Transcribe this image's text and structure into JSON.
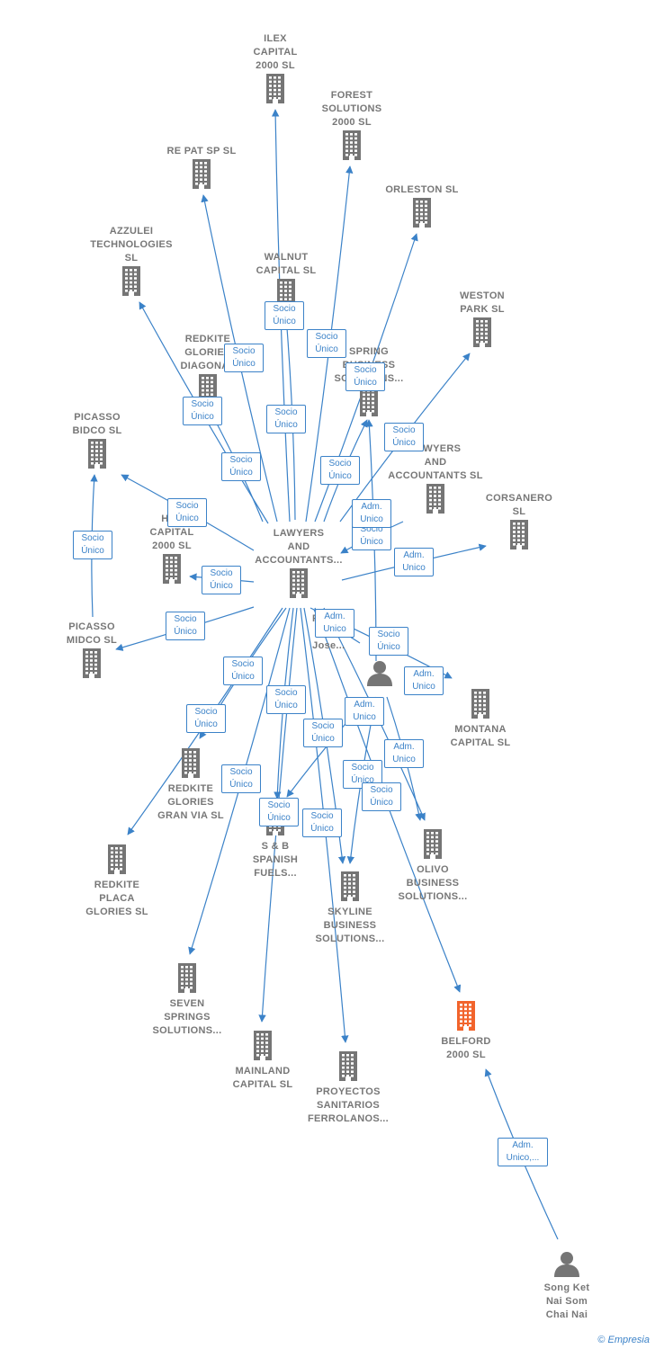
{
  "colors": {
    "edge": "#3b82c8",
    "building": "#757575",
    "highlight": "#f2642c",
    "person": "#757575"
  },
  "nodes": [
    {
      "id": "ilex",
      "kind": "building",
      "lines": [
        "ILEX",
        "CAPITAL",
        "2000  SL"
      ],
      "label_pos": "above"
    },
    {
      "id": "forest",
      "kind": "building",
      "lines": [
        "FOREST",
        "SOLUTIONS",
        "2000  SL"
      ],
      "label_pos": "above"
    },
    {
      "id": "repat",
      "kind": "building",
      "lines": [
        "RE PAT SP  SL"
      ],
      "label_pos": "above"
    },
    {
      "id": "orleston",
      "kind": "building",
      "lines": [
        "ORLESTON  SL"
      ],
      "label_pos": "above"
    },
    {
      "id": "azzulei",
      "kind": "building",
      "lines": [
        "AZZULEI",
        "TECHNOLOGIES",
        "SL"
      ],
      "label_pos": "above"
    },
    {
      "id": "walnut",
      "kind": "building",
      "lines": [
        "WALNUT",
        "CAPITAL  SL"
      ],
      "label_pos": "above"
    },
    {
      "id": "weston",
      "kind": "building",
      "lines": [
        "WESTON",
        "PARK  SL"
      ],
      "label_pos": "above"
    },
    {
      "id": "redkite_diag",
      "kind": "building",
      "lines": [
        "REDKITE",
        "GLORIES",
        "DIAGONAL"
      ],
      "label_pos": "above"
    },
    {
      "id": "spring",
      "kind": "building",
      "lines": [
        "SPRING",
        "BUSINESS",
        "SOLUTIONS..."
      ],
      "label_pos": "above"
    },
    {
      "id": "picasso_bidco",
      "kind": "building",
      "lines": [
        "PICASSO",
        "BIDCO  SL"
      ],
      "label_pos": "above"
    },
    {
      "id": "lawyers2",
      "kind": "building",
      "lines": [
        "LAWYERS",
        "AND",
        "ACCOUNTANTS SL"
      ],
      "label_pos": "above"
    },
    {
      "id": "corsanero",
      "kind": "building",
      "lines": [
        "CORSANERO",
        "SL"
      ],
      "label_pos": "above"
    },
    {
      "id": "hes",
      "kind": "building",
      "lines": [
        "HES",
        "CAPITAL",
        "2000  SL"
      ],
      "label_pos": "above"
    },
    {
      "id": "lawyers",
      "kind": "building",
      "lines": [
        "LAWYERS",
        "AND",
        "ACCOUNTANTS..."
      ],
      "label_pos": "above"
    },
    {
      "id": "picasso_midco",
      "kind": "building",
      "lines": [
        "PICASSO",
        "MIDCO  SL"
      ],
      "label_pos": "above"
    },
    {
      "id": "porras",
      "kind": "person",
      "lines": [
        "Porras",
        "Perez",
        "Jose..."
      ],
      "label_pos": "above"
    },
    {
      "id": "montana",
      "kind": "building",
      "lines": [
        "MONTANA",
        "CAPITAL  SL"
      ],
      "label_pos": "below"
    },
    {
      "id": "redkite_gv",
      "kind": "building",
      "lines": [
        "REDKITE",
        "GLORIES",
        "GRAN VIA  SL"
      ],
      "label_pos": "below"
    },
    {
      "id": "sb",
      "kind": "building",
      "lines": [
        "S & B",
        "SPANISH",
        "FUELS..."
      ],
      "label_pos": "below"
    },
    {
      "id": "olivo",
      "kind": "building",
      "lines": [
        "OLIVO",
        "BUSINESS",
        "SOLUTIONS..."
      ],
      "label_pos": "below"
    },
    {
      "id": "redkite_pg",
      "kind": "building",
      "lines": [
        "REDKITE",
        "PLACA",
        "GLORIES  SL"
      ],
      "label_pos": "below"
    },
    {
      "id": "skyline",
      "kind": "building",
      "lines": [
        "SKYLINE",
        "BUSINESS",
        "SOLUTIONS..."
      ],
      "label_pos": "below"
    },
    {
      "id": "seven",
      "kind": "building",
      "lines": [
        "SEVEN",
        "SPRINGS",
        "SOLUTIONS..."
      ],
      "label_pos": "below"
    },
    {
      "id": "belford",
      "kind": "building",
      "highlight": true,
      "lines": [
        "BELFORD",
        "2000  SL"
      ],
      "label_pos": "below"
    },
    {
      "id": "mainland",
      "kind": "building",
      "lines": [
        "MAINLAND",
        "CAPITAL  SL"
      ],
      "label_pos": "below"
    },
    {
      "id": "proyectos",
      "kind": "building",
      "lines": [
        "PROYECTOS",
        "SANITARIOS",
        "FERROLANOS..."
      ],
      "label_pos": "below"
    },
    {
      "id": "songket",
      "kind": "person",
      "lines": [
        "Song Ket",
        "Nai Som",
        "Chai Nai"
      ],
      "label_pos": "below"
    }
  ],
  "edges": [
    {
      "from": "lawyers",
      "to": "ilex",
      "label": [
        "Socio",
        "Único"
      ]
    },
    {
      "from": "lawyers",
      "to": "forest",
      "label": [
        "Socio",
        "Único"
      ]
    },
    {
      "from": "lawyers",
      "to": "repat",
      "label": [
        "Socio",
        "Único"
      ]
    },
    {
      "from": "lawyers",
      "to": "orleston",
      "label": [
        "Socio",
        "Único"
      ]
    },
    {
      "from": "lawyers",
      "to": "azzulei",
      "label": [
        "Socio",
        "Único"
      ]
    },
    {
      "from": "lawyers",
      "to": "walnut",
      "label": [
        "Socio",
        "Único"
      ]
    },
    {
      "from": "lawyers",
      "to": "weston",
      "label": [
        "Socio",
        "Único"
      ]
    },
    {
      "from": "lawyers",
      "to": "redkite_diag",
      "label": [
        "Socio",
        "Único"
      ]
    },
    {
      "from": "lawyers",
      "to": "spring",
      "label": [
        "Socio",
        "Único"
      ]
    },
    {
      "from": "lawyers",
      "to": "picasso_bidco",
      "label": [
        "Socio",
        "Único"
      ]
    },
    {
      "from": "porras",
      "to": "lawyers",
      "label": [
        "Socio",
        "Único"
      ]
    },
    {
      "from": "porras",
      "to": "spring",
      "label": [
        "Adm.",
        "Unico"
      ]
    },
    {
      "from": "porras",
      "to": "corsanero",
      "label": [
        "Adm.",
        "Unico"
      ]
    },
    {
      "from": "lawyers",
      "to": "hes",
      "label": [
        "Socio",
        "Único"
      ]
    },
    {
      "from": "picasso_midco",
      "to": "picasso_bidco",
      "label": [
        "Socio",
        "Único"
      ]
    },
    {
      "from": "lawyers",
      "to": "picasso_midco",
      "label": [
        "Socio",
        "Único"
      ]
    },
    {
      "from": "porras",
      "to": "lawyers",
      "label": [
        "Adm.",
        "Unico"
      ]
    },
    {
      "from": "lawyers",
      "to": "montana",
      "label": [
        "Socio",
        "Único"
      ]
    },
    {
      "from": "porras",
      "to": "montana",
      "label": [
        "Adm.",
        "Unico"
      ]
    },
    {
      "from": "lawyers",
      "to": "redkite_gv",
      "label": [
        "Socio",
        "Único"
      ]
    },
    {
      "from": "lawyers",
      "to": "redkite_pg",
      "label": [
        "Socio",
        "Único"
      ]
    },
    {
      "from": "lawyers",
      "to": "sb",
      "label": [
        "Socio",
        "Único"
      ]
    },
    {
      "from": "lawyers",
      "to": "skyline",
      "label": [
        "Socio",
        "Único"
      ]
    },
    {
      "from": "porras",
      "to": "sb",
      "label": [
        "Socio",
        "Único"
      ]
    },
    {
      "from": "porras",
      "to": "olivo",
      "label": [
        "Adm.",
        "Unico"
      ]
    },
    {
      "from": "porras",
      "to": "skyline",
      "label": [
        "Adm.",
        "Unico"
      ]
    },
    {
      "from": "lawyers",
      "to": "seven",
      "label": [
        "Socio",
        "Único"
      ]
    },
    {
      "from": "lawyers",
      "to": "mainland",
      "label": [
        "Socio",
        "Único"
      ]
    },
    {
      "from": "lawyers",
      "to": "proyectos",
      "label": [
        "Socio",
        "Único"
      ]
    },
    {
      "from": "lawyers",
      "to": "belford",
      "label": [
        "Socio",
        "Único"
      ]
    },
    {
      "from": "songket",
      "to": "belford",
      "label": [
        "Adm.",
        "Unico,..."
      ]
    }
  ],
  "footer": {
    "copyright": "©",
    "brand": "Empresia"
  }
}
